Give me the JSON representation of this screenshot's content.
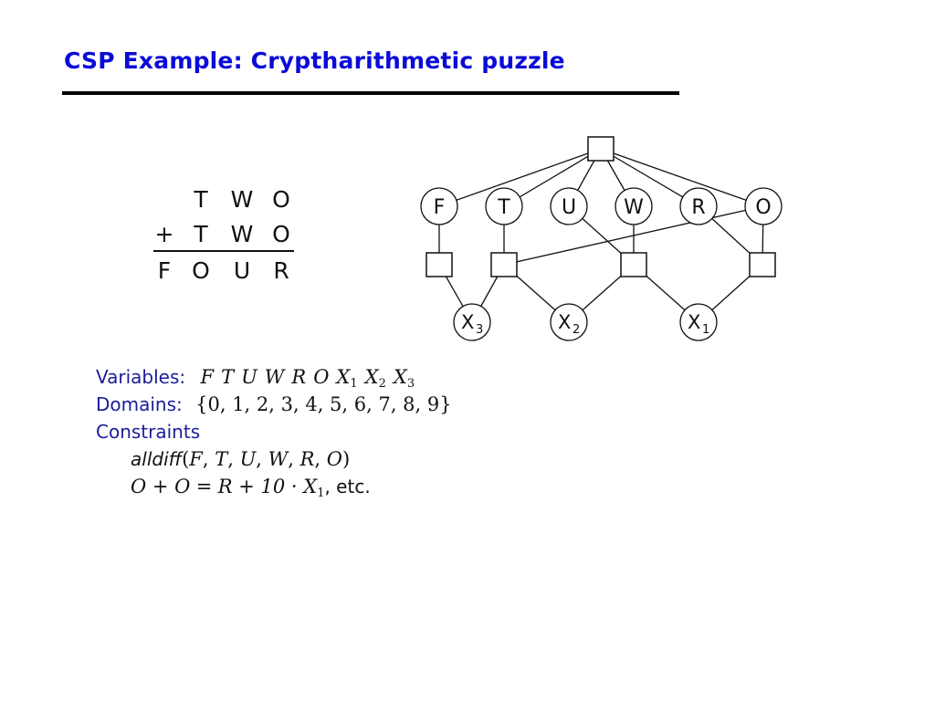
{
  "title": "CSP Example: Cryptharithmetic puzzle",
  "puzzle": {
    "rows": [
      [
        "",
        "T",
        "W",
        "O"
      ],
      [
        "+",
        "T",
        "W",
        "O"
      ],
      [
        "F",
        "O",
        "U",
        "R"
      ]
    ]
  },
  "graph": {
    "variables": [
      {
        "id": "F",
        "label": "F"
      },
      {
        "id": "T",
        "label": "T"
      },
      {
        "id": "U",
        "label": "U"
      },
      {
        "id": "W",
        "label": "W"
      },
      {
        "id": "R",
        "label": "R"
      },
      {
        "id": "O",
        "label": "O"
      }
    ],
    "auxiliary": [
      {
        "id": "X3",
        "label": "X",
        "sub": "3"
      },
      {
        "id": "X2",
        "label": "X",
        "sub": "2"
      },
      {
        "id": "X1",
        "label": "X",
        "sub": "1"
      }
    ],
    "constraints": [
      {
        "id": "alldiff",
        "connects": [
          "F",
          "T",
          "U",
          "W",
          "R",
          "O"
        ]
      },
      {
        "id": "c-F",
        "connects": [
          "F",
          "X3"
        ]
      },
      {
        "id": "c-T",
        "connects": [
          "T",
          "O",
          "X3",
          "X2"
        ]
      },
      {
        "id": "c-W",
        "connects": [
          "U",
          "W",
          "X2",
          "X1"
        ]
      },
      {
        "id": "c-O",
        "connects": [
          "R",
          "O",
          "X1"
        ]
      }
    ]
  },
  "definitions": {
    "variables_label": "Variables:",
    "variables": [
      {
        "n": "F"
      },
      {
        "n": "T"
      },
      {
        "n": "U"
      },
      {
        "n": "W"
      },
      {
        "n": "R"
      },
      {
        "n": "O"
      },
      {
        "n": "X",
        "sub": "1"
      },
      {
        "n": "X",
        "sub": "2"
      },
      {
        "n": "X",
        "sub": "3"
      }
    ],
    "domains_label": "Domains:",
    "domain_values": [
      "0",
      "1",
      "2",
      "3",
      "4",
      "5",
      "6",
      "7",
      "8",
      "9"
    ],
    "constraints_label": "Constraints",
    "alldiff_name": "alldiff",
    "alldiff_args": [
      "F",
      "T",
      "U",
      "W",
      "R",
      "O"
    ],
    "equation": {
      "lhs": "O + O",
      "eq": "=",
      "rhs_prefix": "R + 10 · ",
      "rhs_var": "X",
      "rhs_sub": "1",
      "suffix": ", etc."
    }
  }
}
